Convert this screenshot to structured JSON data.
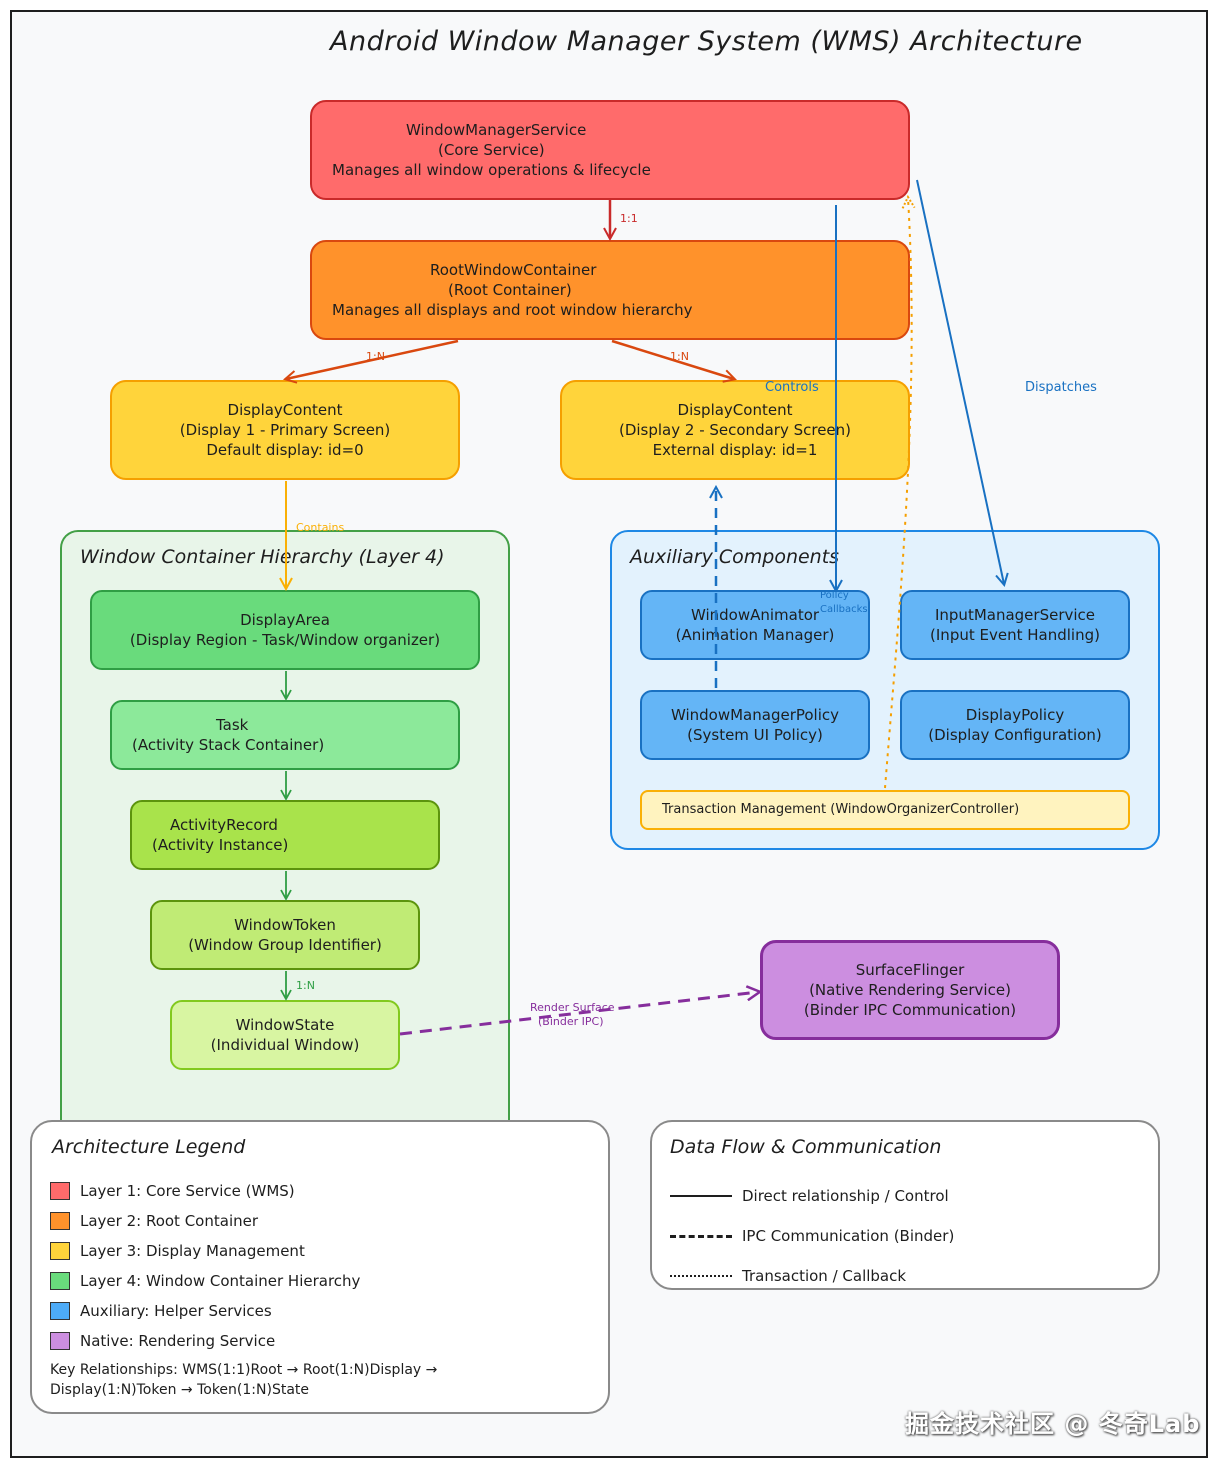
{
  "title": "Android Window Manager System (WMS) Architecture",
  "nodes": {
    "wms": {
      "name": "WindowManagerService",
      "sub": "(Core Service)",
      "desc": "Manages all window operations & lifecycle"
    },
    "root": {
      "name": "RootWindowContainer",
      "sub": "(Root Container)",
      "desc": "Manages all displays and root window hierarchy"
    },
    "display1": {
      "name": "DisplayContent",
      "sub": "(Display 1 - Primary Screen)",
      "desc": "Default display: id=0"
    },
    "display2": {
      "name": "DisplayContent",
      "sub": "(Display 2 - Secondary Screen)",
      "desc": "External display: id=1"
    },
    "display_area": {
      "name": "DisplayArea",
      "sub": "(Display Region - Task/Window organizer)"
    },
    "task": {
      "name": "Task",
      "sub": "(Activity Stack Container)"
    },
    "activity_record": {
      "name": "ActivityRecord",
      "sub": "(Activity Instance)"
    },
    "window_token": {
      "name": "WindowToken",
      "sub": "(Window Group Identifier)"
    },
    "window_state": {
      "name": "WindowState",
      "sub": "(Individual Window)"
    },
    "window_animator": {
      "name": "WindowAnimator",
      "sub": "(Animation Manager)"
    },
    "input_manager": {
      "name": "InputManagerService",
      "sub": "(Input Event Handling)"
    },
    "wm_policy": {
      "name": "WindowManagerPolicy",
      "sub": "(System UI Policy)"
    },
    "display_policy": {
      "name": "DisplayPolicy",
      "sub": "(Display Configuration)"
    },
    "transaction": {
      "name": "Transaction Management (WindowOrganizerController)"
    },
    "surface_flinger": {
      "name": "SurfaceFlinger",
      "sub": "(Native Rendering Service)",
      "desc": "(Binder IPC Communication)"
    }
  },
  "groups": {
    "window_hierarchy": "Window Container Hierarchy (Layer 4)",
    "auxiliary": "Auxiliary Components"
  },
  "edge_labels": {
    "wms_root": "1:1",
    "root_display1": "1:N",
    "root_display2": "1:N",
    "controls": "Controls",
    "dispatches": "Dispatches",
    "contains": "Contains",
    "policy_callbacks_1": "Policy",
    "policy_callbacks_2": "Callbacks",
    "token_state": "1:N",
    "render_surface_1": "Render Surface",
    "render_surface_2": "(Binder IPC)"
  },
  "legend": {
    "title": "Architecture Legend",
    "items": [
      {
        "label": "Layer 1: Core Service (WMS)",
        "color": "#ff6b6b"
      },
      {
        "label": "Layer 2: Root Container",
        "color": "#ff922b"
      },
      {
        "label": "Layer 3: Display Management",
        "color": "#ffd43b"
      },
      {
        "label": "Layer 4: Window Container Hierarchy",
        "color": "#69db7c"
      },
      {
        "label": "Auxiliary: Helper Services",
        "color": "#4dabf7"
      },
      {
        "label": "Native: Rendering Service",
        "color": "#cc8ee0"
      }
    ],
    "key_line1": "Key Relationships: WMS(1:1)Root → Root(1:N)Display →",
    "key_line2": "Display(1:N)Token → Token(1:N)State"
  },
  "data_flow": {
    "title": "Data Flow & Communication",
    "items": [
      {
        "label": "Direct relationship / Control",
        "style": "solid"
      },
      {
        "label": "IPC Communication (Binder)",
        "style": "dashed"
      },
      {
        "label": "Transaction / Callback",
        "style": "dotted"
      }
    ]
  },
  "watermark": "掘金技术社区 @ 冬奇Lab",
  "colors": {
    "wms": "#ff6b6b",
    "root": "#ff922b",
    "display": "#ffd43b",
    "display_area": "#69db7c",
    "task": "#8ce99a",
    "activity": "#a9e34b",
    "token": "#c0eb75",
    "state": "#d8f5a2",
    "aux": "#64b5f6",
    "native": "#cc8ee0",
    "transaction": "#fff3bf"
  }
}
